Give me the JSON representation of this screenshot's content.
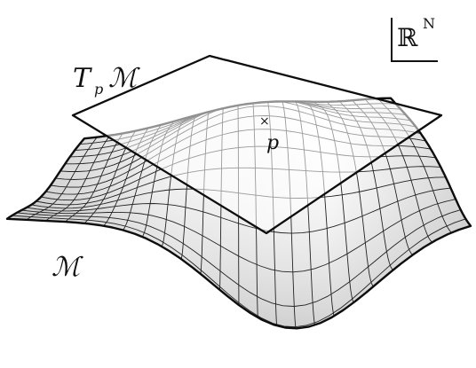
{
  "labels": {
    "ambient_space": "ℝ",
    "ambient_space_superscript": "N",
    "tangent_plane": "T",
    "tangent_plane_subscript": "p",
    "tangent_plane_manifold": "ℳ",
    "point": "p",
    "point_marker": "×",
    "manifold": "ℳ"
  },
  "colors": {
    "ink": "#111111",
    "surface_light": "#ffffff",
    "surface_shade": "#cfcfcf",
    "plane_fill": "#ffffff"
  }
}
